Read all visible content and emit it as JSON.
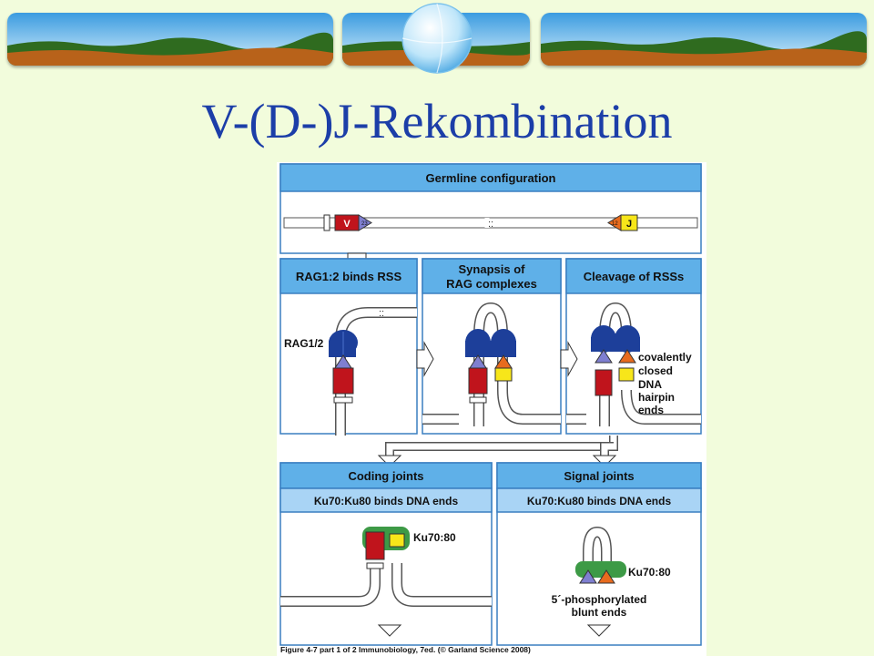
{
  "slide": {
    "title": "V-(D-)J-Rekombination"
  },
  "figure": {
    "germline": {
      "title": "Germline configuration",
      "gene_v": "V",
      "gene_j": "J",
      "spacer_23": "23",
      "spacer_12": "12"
    },
    "panels": {
      "rag_binds": {
        "title": "RAG1:2 binds RSS",
        "label": "RAG1/2"
      },
      "synapsis": {
        "title_line1": "Synapsis of",
        "title_line2": "RAG complexes"
      },
      "cleavage": {
        "title": "Cleavage of RSSs",
        "note_lines": [
          "covalently",
          "closed",
          "DNA",
          "hairpin",
          "ends"
        ]
      },
      "coding_joints": {
        "title": "Coding joints",
        "subtitle": "Ku70:Ku80 binds DNA ends",
        "label": "Ku70:80"
      },
      "signal_joints": {
        "title": "Signal joints",
        "subtitle": "Ku70:Ku80 binds DNA ends",
        "label": "Ku70:80",
        "note_line1": "5´-phosphorylated",
        "note_line2": "blunt ends"
      }
    },
    "caption": "Figure 4-7 part 1 of 2  Immunobiology, 7ed. (© Garland Science 2008)"
  },
  "colors": {
    "title_text": "#1c3ea8",
    "background": "#f2fcdc",
    "panel_header": "#5fb0e8",
    "panel_subheader": "#a9d4f5",
    "v_segment": "#c0141c",
    "j_segment": "#f7e61a",
    "rag_protein": "#1d3f9a",
    "ku_protein": "#3d9a46",
    "heptamer_purple": "#7f7fd0",
    "heptamer_orange": "#e86b1e"
  }
}
